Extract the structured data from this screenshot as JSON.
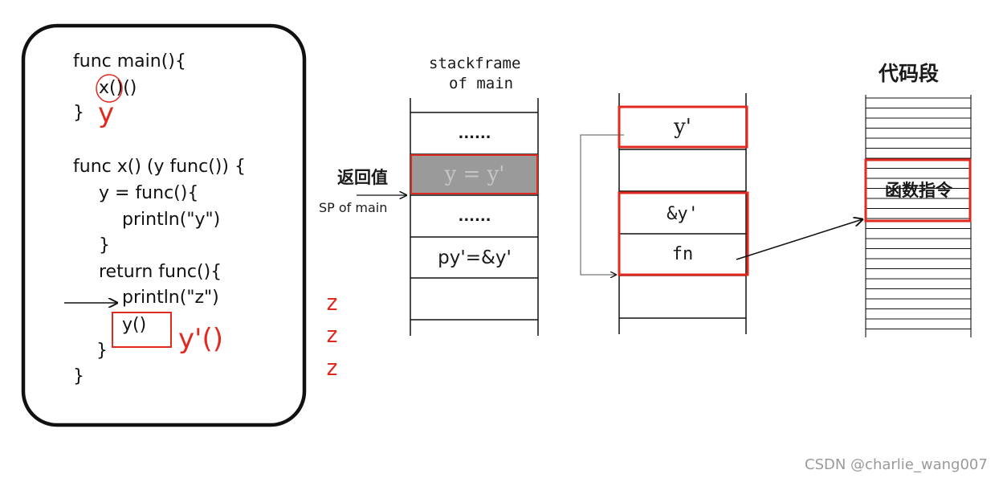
{
  "colors": {
    "accent_red": "#e02a20",
    "frame_gray": "#9a9a9a",
    "ink": "#111111"
  },
  "code": {
    "line_main": "func main(){",
    "line_call_x": "x",
    "line_call_paren": "()()",
    "line_brace1": "}",
    "annot_y": "y",
    "line_func_x": "func x() (y func()) {",
    "line_y_assign": "y = func(){",
    "line_println_y": "println(\"y\")",
    "line_brace2": "}",
    "line_return": "return func(){",
    "line_println_z": "println(\"z\")",
    "line_y_call": "y()",
    "annot_y_prime": "y'()",
    "line_brace3": "}",
    "line_brace4": "}"
  },
  "output": [
    "z",
    "z",
    "z"
  ],
  "stack_main": {
    "title_line1": "stackframe",
    "title_line2": "of main",
    "cells": [
      "......",
      "y = y'",
      "......",
      "py'=&y'",
      ""
    ],
    "return_label": "返回值",
    "sp_label": "SP of main"
  },
  "heap": {
    "cells": [
      "y'",
      "",
      "&y'",
      "fn",
      ""
    ]
  },
  "code_segment": {
    "title": "代码段",
    "func_label": "函数指令"
  },
  "watermark": "CSDN @charlie_wang007"
}
